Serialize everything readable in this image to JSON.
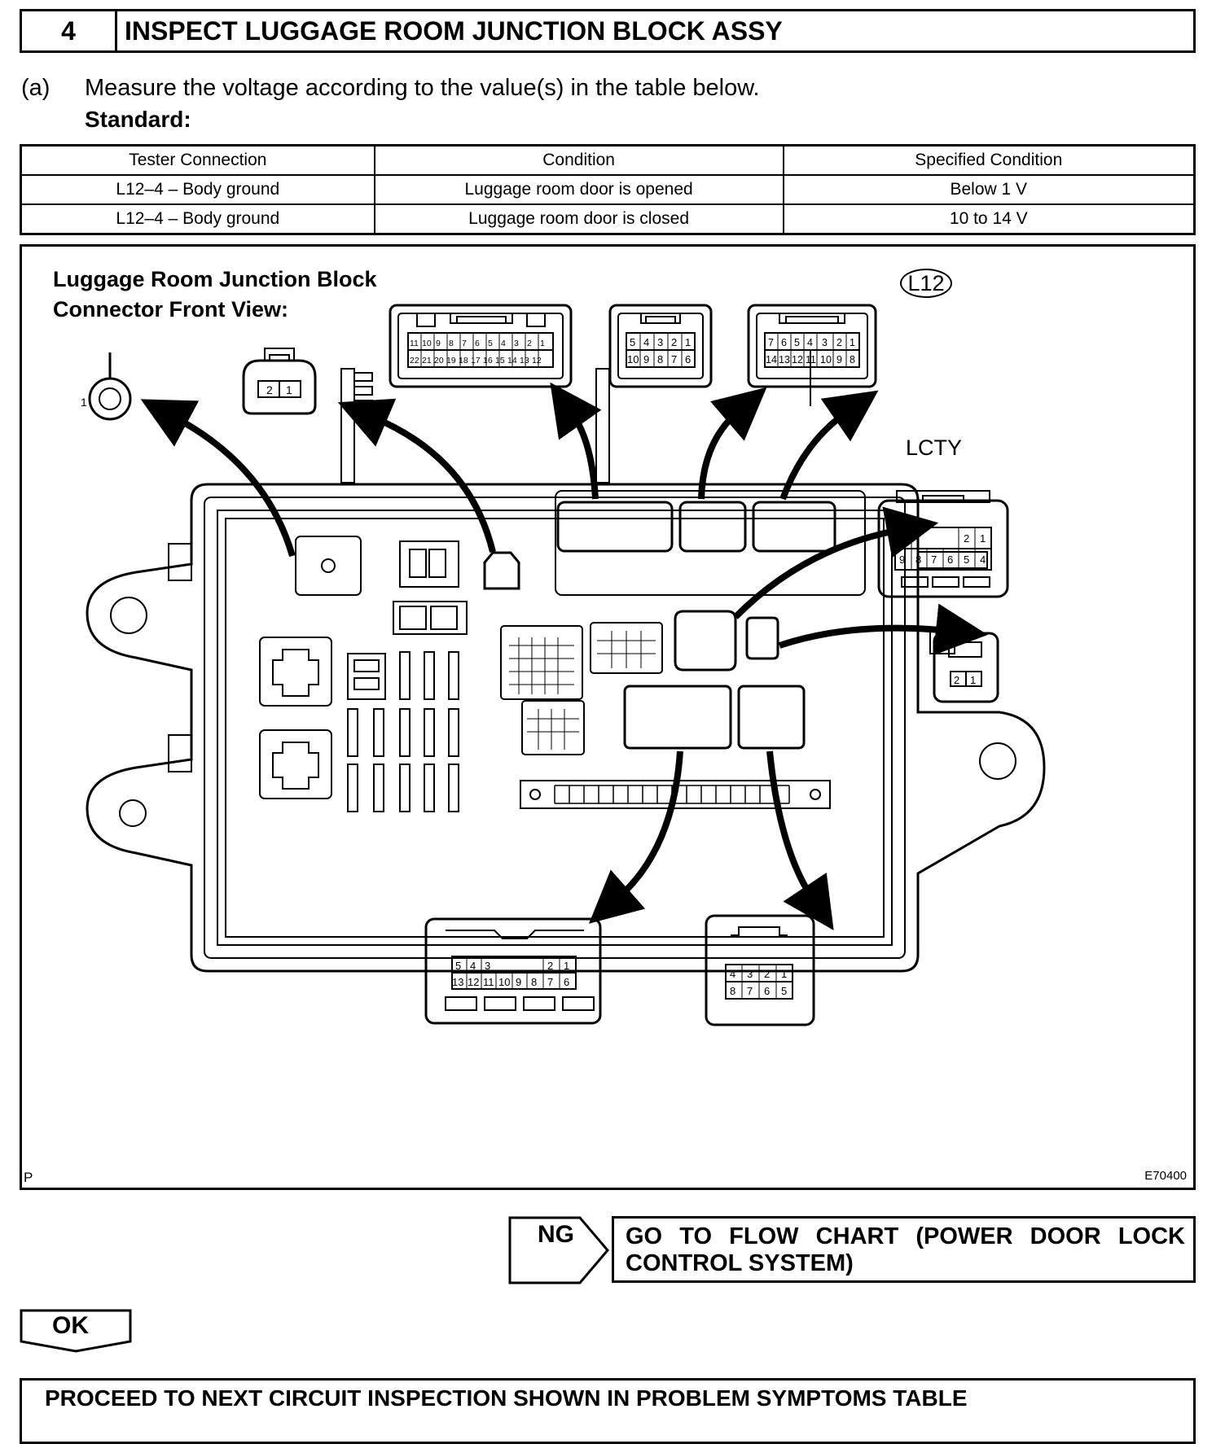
{
  "step": {
    "number": "4",
    "title": "INSPECT LUGGAGE ROOM JUNCTION BLOCK ASSY"
  },
  "instruction": {
    "marker": "(a)",
    "text": "Measure the voltage according to the value(s) in the table below.",
    "standard_label": "Standard:"
  },
  "table": {
    "headers": [
      "Tester Connection",
      "Condition",
      "Specified Condition"
    ],
    "rows": [
      [
        "L12–4 – Body ground",
        "Luggage room door is opened",
        "Below 1 V"
      ],
      [
        "L12–4 – Body ground",
        "Luggage room door is closed",
        "10 to 14 V"
      ]
    ]
  },
  "diagram": {
    "title_line1": "Luggage Room Junction Block",
    "title_line2": "Connector Front View:",
    "connector_tag": "L12",
    "terminal_label": "LCTY",
    "figure_code": "E70400",
    "corner_mark": "P",
    "ring_terminal_number": "1"
  },
  "ng": {
    "label": "NG",
    "line1": "GO TO FLOW CHART (POWER DOOR LOCK",
    "line2": "CONTROL SYSTEM)"
  },
  "ok": {
    "label": "OK"
  },
  "final": {
    "text": "PROCEED TO NEXT CIRCUIT INSPECTION SHOWN IN PROBLEM SYMPTOMS TABLE"
  }
}
